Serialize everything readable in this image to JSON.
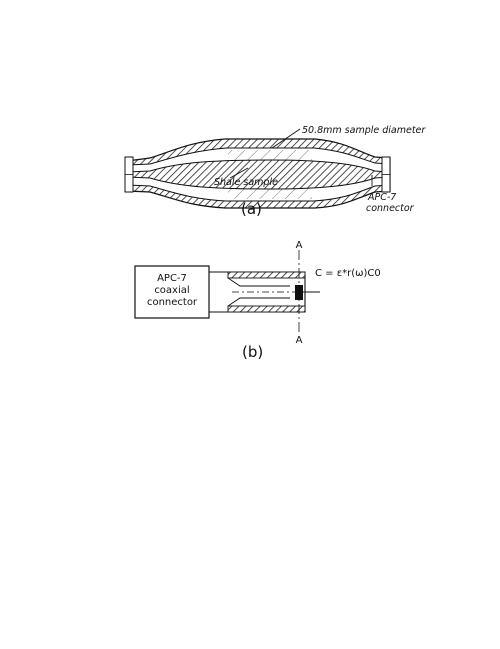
{
  "figure_a": {
    "label_sample_diameter": "50.8mm sample diameter",
    "label_shale_sample": "Shale sample",
    "label_connector_line1": "APC-7",
    "label_connector_line2": "connector",
    "caption": "(a)"
  },
  "figure_b": {
    "box_line1": "APC-7",
    "box_line2": "coaxial",
    "box_line3": "connector",
    "section_top": "A",
    "section_bottom": "A",
    "equation": "C = ε*r(ω)C0",
    "caption": "(b)"
  }
}
